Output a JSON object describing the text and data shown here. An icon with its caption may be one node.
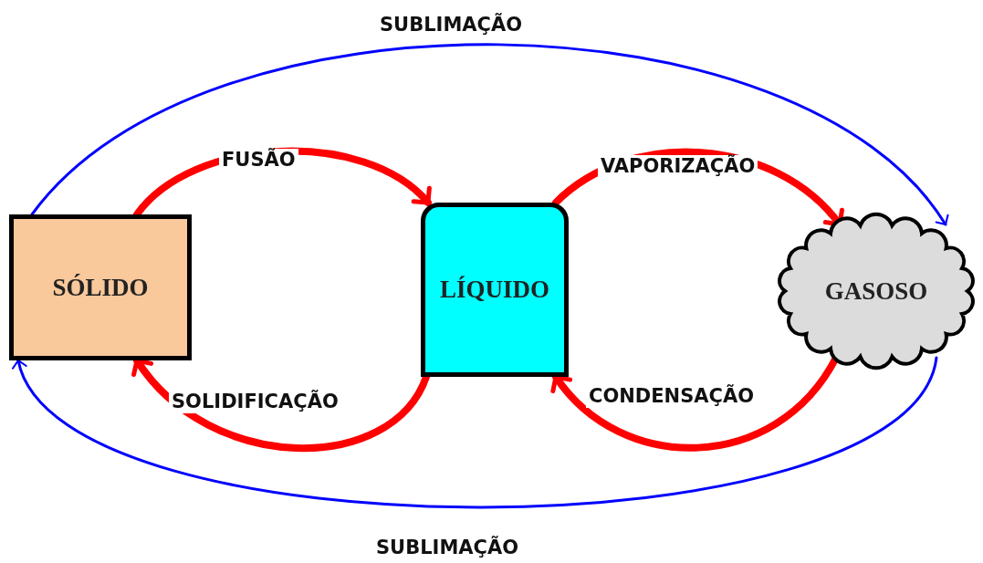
{
  "diagram": {
    "nodes": [
      {
        "text": [
          "SÓLIDO"
        ]
      },
      {
        "text": [
          "LÍQUIDO"
        ]
      },
      {
        "text": [
          "GASOSO"
        ]
      }
    ],
    "edges": [
      {
        "from": 0,
        "to": 1,
        "arrow": "to",
        "label": "FUSÃO"
      },
      {
        "from": 1,
        "to": 2,
        "arrow": "to",
        "label": "VAPORIZAÇÃO"
      },
      {
        "from": 1,
        "to": 0,
        "arrow": "to",
        "label": "SOLIDIFICAÇÃO"
      },
      {
        "from": 2,
        "to": 1,
        "arrow": "to",
        "label": "CONDENSAÇÃO"
      },
      {
        "from": 0,
        "to": 2,
        "arrow": "to",
        "label": "SUBLIMAÇÃO",
        "color": "#0000ff"
      },
      {
        "from": 2,
        "to": 0,
        "arrow": "to",
        "label": "SUBLIMAÇÃO",
        "color": "#0000ff"
      }
    ]
  }
}
